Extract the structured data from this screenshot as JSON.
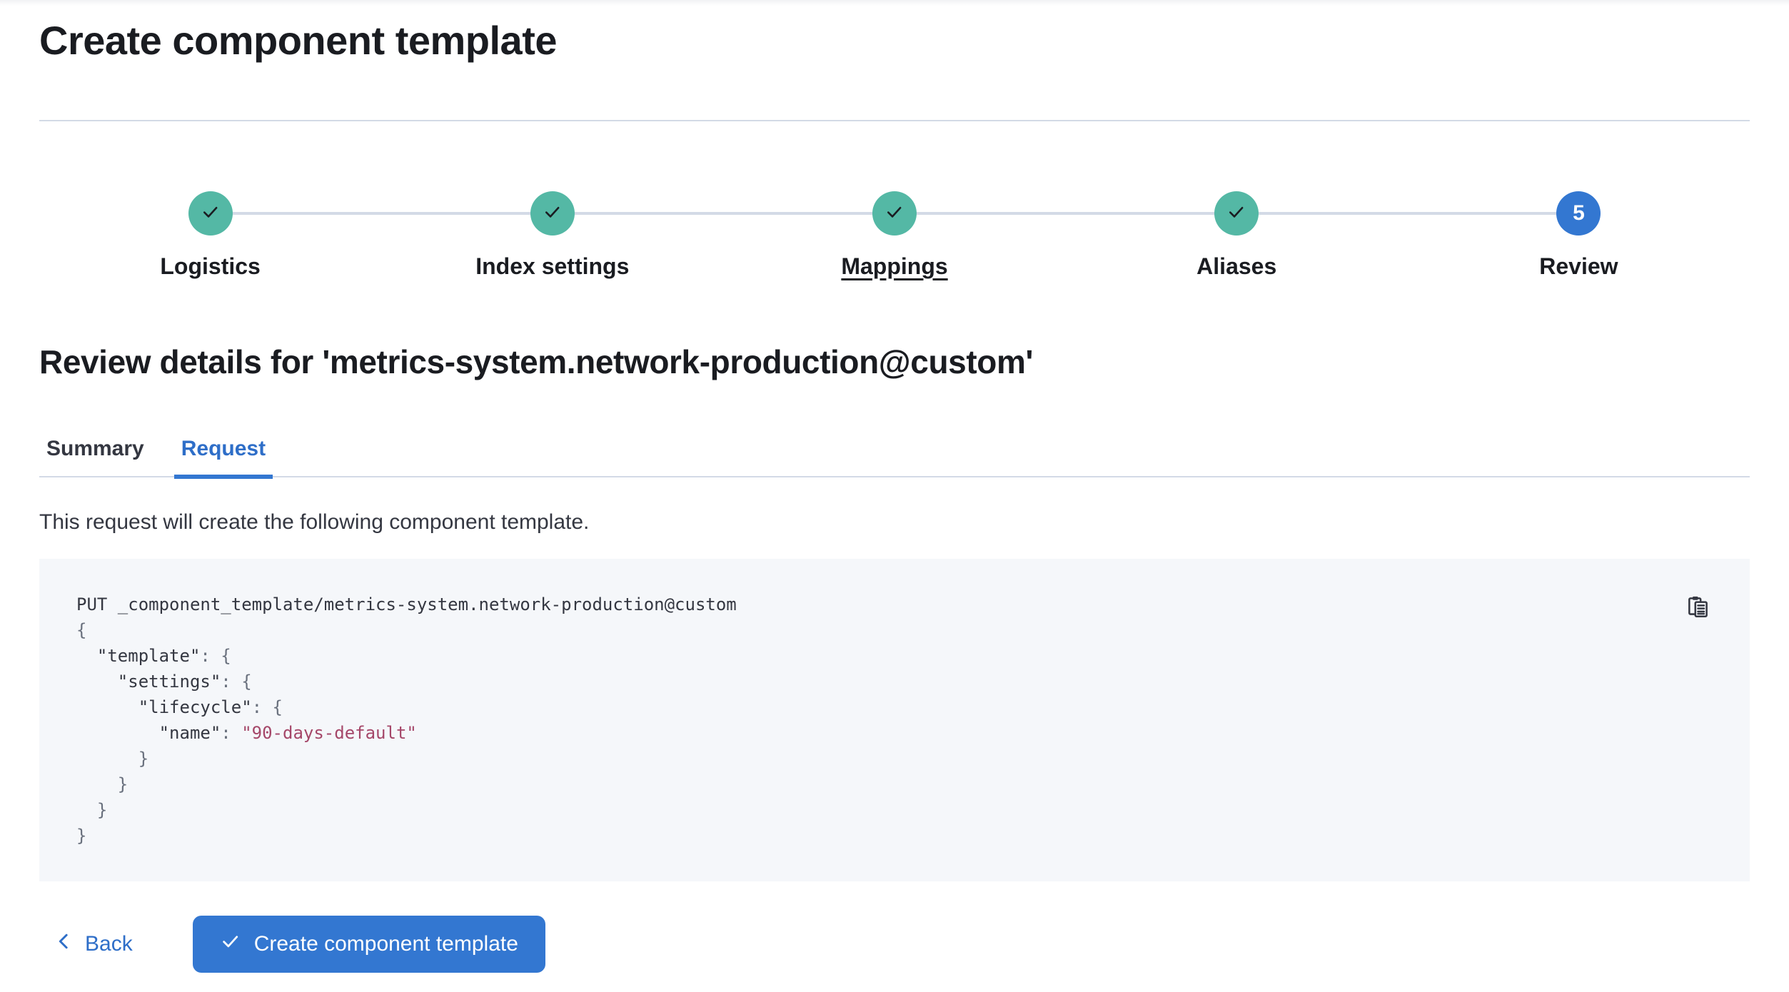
{
  "page": {
    "title": "Create component template"
  },
  "stepper": {
    "steps": [
      {
        "label": "Logistics",
        "status": "complete"
      },
      {
        "label": "Index settings",
        "status": "complete"
      },
      {
        "label": "Mappings",
        "status": "complete",
        "underlined": true
      },
      {
        "label": "Aliases",
        "status": "complete"
      },
      {
        "label": "Review",
        "status": "current",
        "number": "5"
      }
    ]
  },
  "review": {
    "heading": "Review details for 'metrics-system.network-production@custom'",
    "tabs": [
      {
        "label": "Summary",
        "active": false
      },
      {
        "label": "Request",
        "active": true
      }
    ],
    "description": "This request will create the following component template."
  },
  "request_preview": {
    "copy_icon": "copy-clipboard-icon",
    "code_lines": [
      {
        "segments": [
          {
            "text": "PUT _component_template/metrics-system.network-production@custom",
            "type": "plain"
          }
        ]
      },
      {
        "segments": [
          {
            "text": "{",
            "type": "punct"
          }
        ]
      },
      {
        "segments": [
          {
            "text": "  ",
            "type": "plain"
          },
          {
            "text": "\"template\"",
            "type": "key"
          },
          {
            "text": ": {",
            "type": "punct"
          }
        ]
      },
      {
        "segments": [
          {
            "text": "    ",
            "type": "plain"
          },
          {
            "text": "\"settings\"",
            "type": "key"
          },
          {
            "text": ": {",
            "type": "punct"
          }
        ]
      },
      {
        "segments": [
          {
            "text": "      ",
            "type": "plain"
          },
          {
            "text": "\"lifecycle\"",
            "type": "key"
          },
          {
            "text": ": {",
            "type": "punct"
          }
        ]
      },
      {
        "segments": [
          {
            "text": "        ",
            "type": "plain"
          },
          {
            "text": "\"name\"",
            "type": "key"
          },
          {
            "text": ": ",
            "type": "punct"
          },
          {
            "text": "\"90-days-default\"",
            "type": "string"
          }
        ]
      },
      {
        "segments": [
          {
            "text": "      }",
            "type": "punct"
          }
        ]
      },
      {
        "segments": [
          {
            "text": "    }",
            "type": "punct"
          }
        ]
      },
      {
        "segments": [
          {
            "text": "  }",
            "type": "punct"
          }
        ]
      },
      {
        "segments": [
          {
            "text": "}",
            "type": "punct"
          }
        ]
      }
    ]
  },
  "footer": {
    "back_label": "Back",
    "create_label": "Create component template"
  },
  "colors": {
    "complete_step": "#54B8A5",
    "current_step": "#3377D1",
    "primary_button": "#3377D1",
    "link_text": "#2E6EC8",
    "divider": "#D3DAE6",
    "code_background": "#F5F7FA",
    "code_string": "#A54769",
    "body_text": "#343741"
  }
}
